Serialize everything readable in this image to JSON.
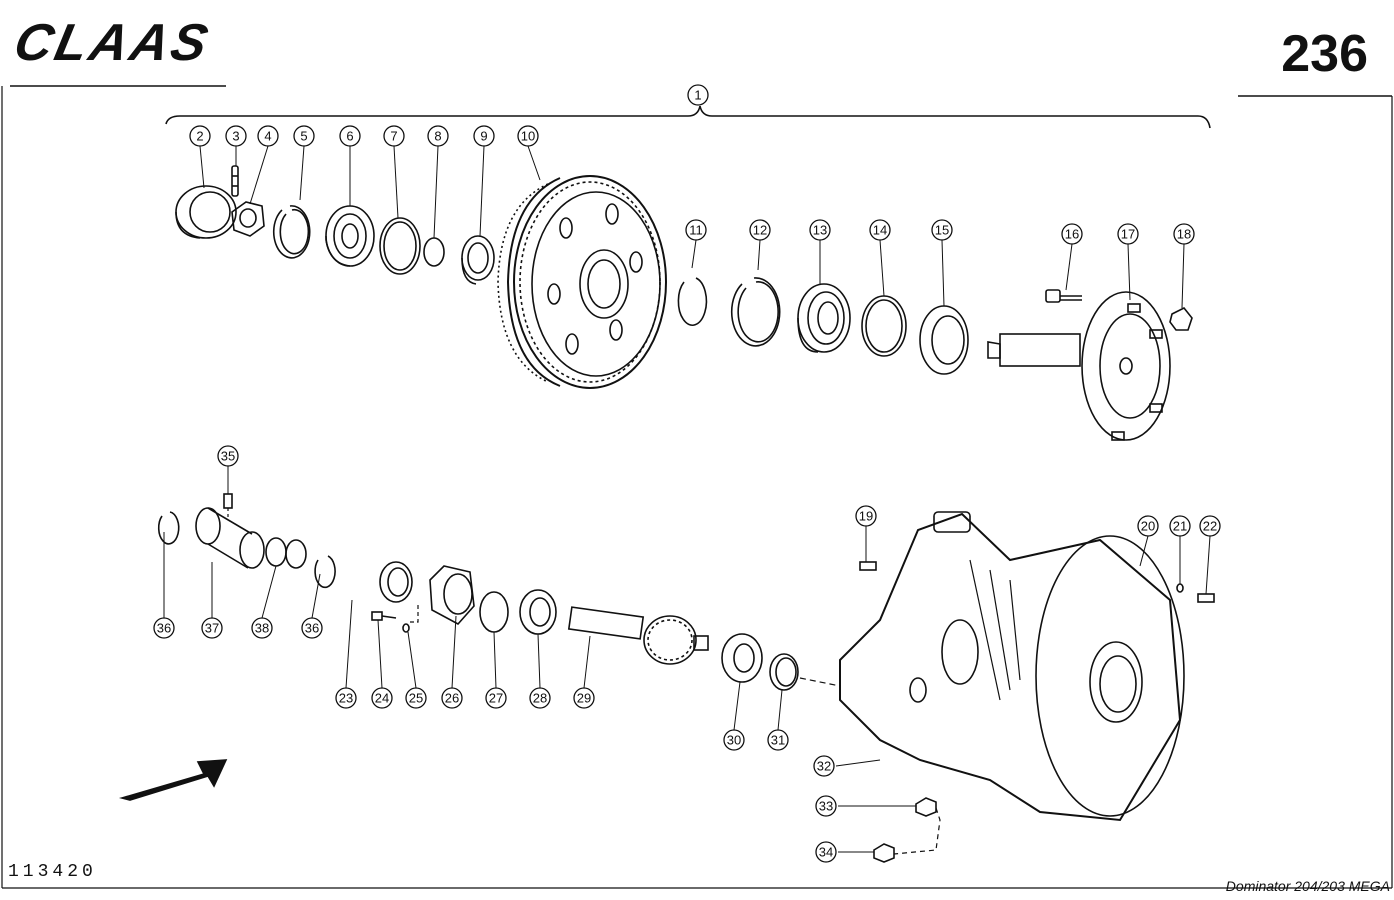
{
  "header": {
    "brand": "CLAAS",
    "page_number": "236"
  },
  "footer": {
    "drawing_number": "113420",
    "model": "Dominator 204/203 MEGA"
  },
  "callouts": [
    "1",
    "2",
    "3",
    "4",
    "5",
    "6",
    "7",
    "8",
    "9",
    "10",
    "11",
    "12",
    "13",
    "14",
    "15",
    "16",
    "17",
    "18",
    "19",
    "20",
    "21",
    "22",
    "23",
    "24",
    "25",
    "26",
    "27",
    "28",
    "29",
    "30",
    "31",
    "32",
    "33",
    "34",
    "35",
    "36",
    "37",
    "38"
  ]
}
